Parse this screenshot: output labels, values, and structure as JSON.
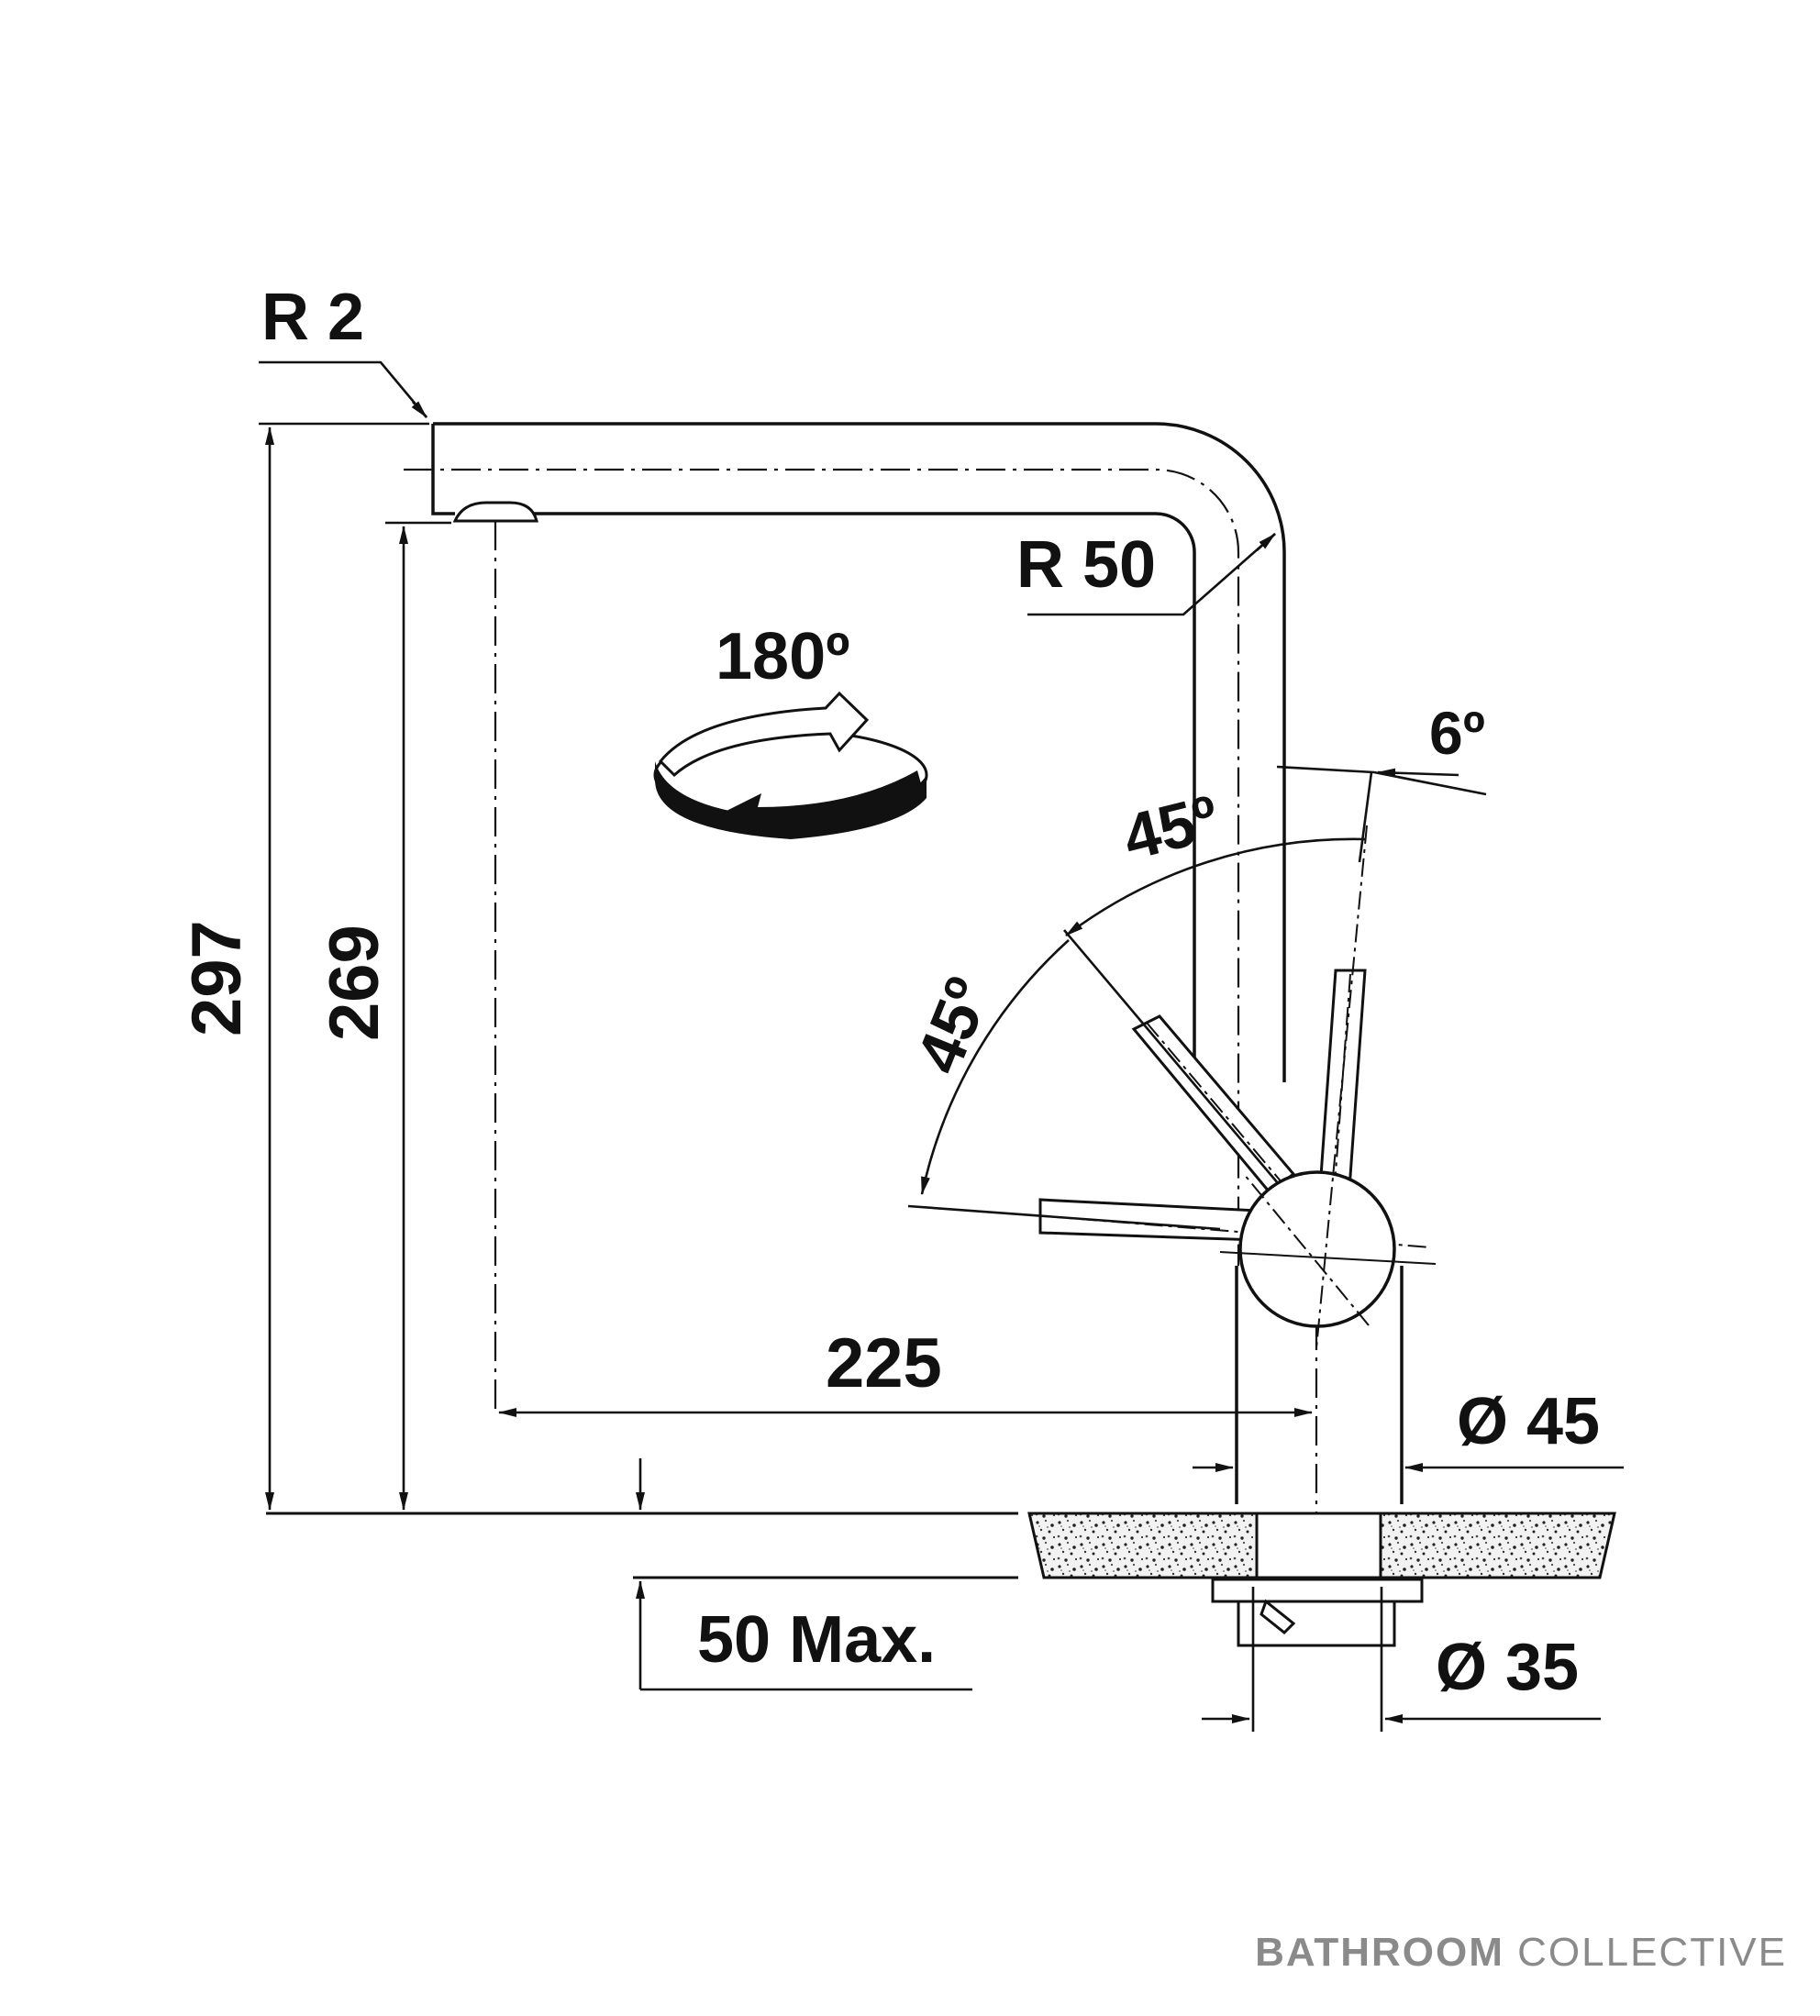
{
  "dimensions": {
    "tip_radius": "R 2",
    "bend_radius": "R 50",
    "swivel_angle": "180º",
    "spout_tilt": "6º",
    "lever_angle_upper": "45º",
    "lever_angle_lower": "45º",
    "total_height": "297",
    "outlet_height": "269",
    "spout_reach": "225",
    "body_diameter": "Ø 45",
    "hole_diameter": "Ø 35",
    "max_thickness": "50 Max."
  },
  "watermark": {
    "bold": "BATHROOM",
    "light": "COLLECTIVE"
  },
  "colors": {
    "line": "#111111",
    "watermark": "#8a8a8a"
  }
}
